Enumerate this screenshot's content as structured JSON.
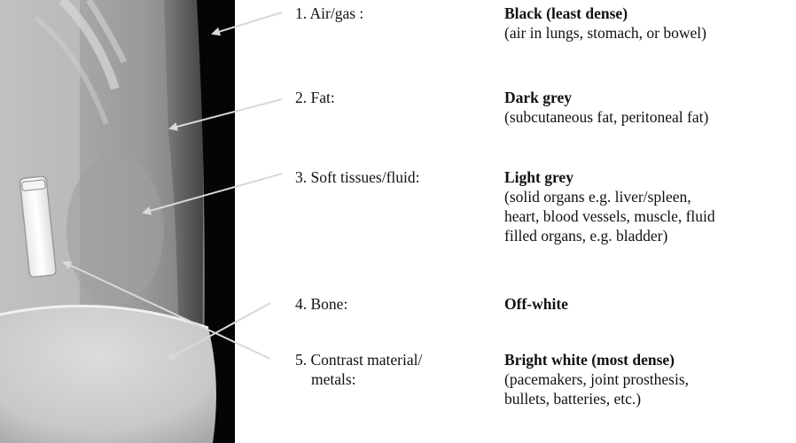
{
  "rows": [
    {
      "label": "1. Air/gas :",
      "title": "Black (least dense)",
      "detail": [
        "(air in lungs, stomach, or bowel)"
      ]
    },
    {
      "label": "2. Fat:",
      "title": "Dark grey",
      "detail": [
        "(subcutaneous fat, peritoneal fat)"
      ]
    },
    {
      "label": "3. Soft tissues/fluid:",
      "title": "Light grey",
      "detail": [
        "(solid organs e.g. liver/spleen,",
        "heart, blood vessels, muscle, fluid",
        "filled organs, e.g. bladder)"
      ]
    },
    {
      "label": "4. Bone:",
      "title": "Off-white",
      "detail": []
    },
    {
      "label": [
        "5. Contrast material/",
        "metals:"
      ],
      "title": "Bright white (most dense)",
      "detail": [
        "(pacemakers, joint prosthesis,",
        "bullets, batteries, etc.)"
      ]
    }
  ],
  "colors": {
    "arrow": "#d9d9d9",
    "text": "#111111",
    "background": "#ffffff"
  }
}
